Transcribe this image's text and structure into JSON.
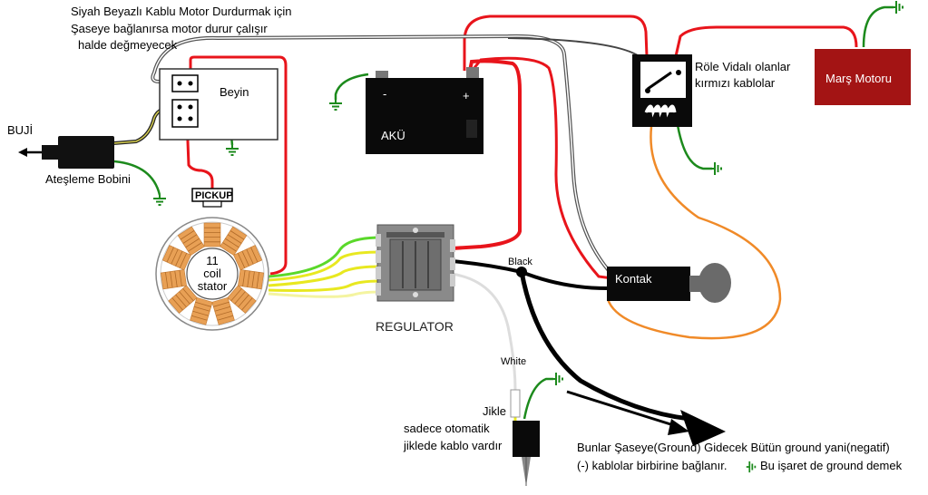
{
  "labels": {
    "note_line1": "Siyah Beyazlı Kablu Motor Durdurmak için",
    "note_line2": "Şaseye bağlanırsa motor durur çalışır",
    "note_line3": "halde değmeyecek",
    "beyin": "Beyin",
    "buji": "BUJİ",
    "bobin": "Ateşleme Bobini",
    "pickup": "PICKUP",
    "stator_1": "11",
    "stator_2": "coil",
    "stator_3": "stator",
    "battery": "AKÜ",
    "battery_minus": "-",
    "battery_plus": "+",
    "regulator": "REGULATOR",
    "black": "Black",
    "white": "White",
    "relay_line1": "Röle Vidalı olanlar",
    "relay_line2": "kırmızı kablolar",
    "starter": "Marş Motoru",
    "kontak": "Kontak",
    "choke": "Jikle",
    "choke_note1": "sadece otomatik",
    "choke_note2": "jiklede kablo vardır",
    "ground_note1": "Bunlar Şaseye(Ground) Gidecek Bütün ground yani(negatif)",
    "ground_note2": "(-) kablolar birbirine bağlanır.",
    "ground_note3": "Bu işaret de ground demek"
  },
  "colors": {
    "red_wire": "#e8141b",
    "green_wire": "#1c8a1c",
    "orange_wire": "#f08a28",
    "yellow_wire": "#e8e820",
    "lime_wire": "#5ad82a",
    "starter_box": "#a31414",
    "coil_copper": "#e8a055"
  }
}
